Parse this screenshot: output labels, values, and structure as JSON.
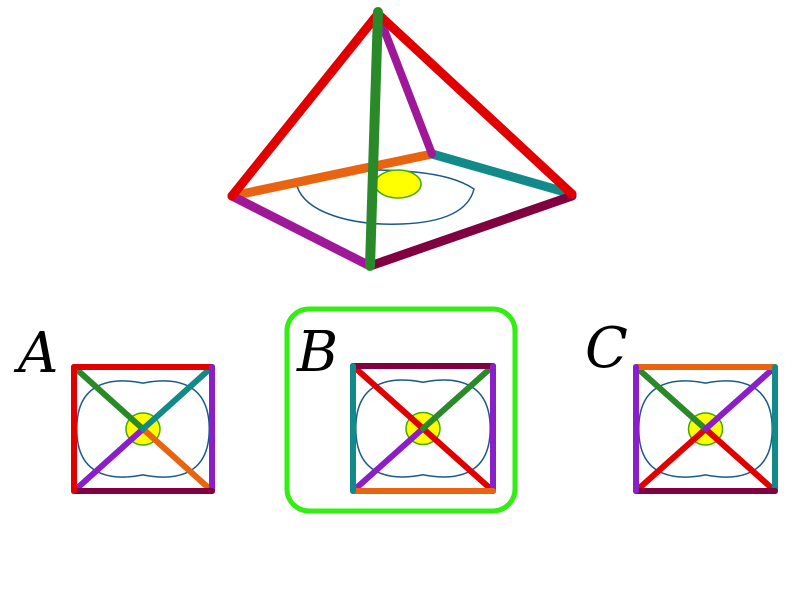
{
  "colors": {
    "red": "#e00000",
    "orange": "#e86410",
    "purple": "#8a1ec8",
    "magenta": "#a0189a",
    "green": "#2a8a2a",
    "teal": "#128a8a",
    "maroon": "#800040",
    "outline": "#1a5a8a",
    "yolk": "#ffff00",
    "yolk_edge": "#44aa00",
    "highlight": "#33ee11"
  },
  "pyramid": {
    "edges": [
      {
        "name": "apex-left-edge",
        "color": "red"
      },
      {
        "name": "apex-right-edge",
        "color": "red"
      },
      {
        "name": "apex-back-edge",
        "color": "magenta"
      },
      {
        "name": "apex-front-edge",
        "color": "green"
      },
      {
        "name": "base-back-left-edge",
        "color": "orange"
      },
      {
        "name": "base-back-right-edge",
        "color": "teal"
      },
      {
        "name": "base-front-left-edge",
        "color": "magenta"
      },
      {
        "name": "base-front-right-edge",
        "color": "maroon"
      }
    ]
  },
  "options": [
    {
      "letter": "A",
      "selected": false,
      "edges": {
        "top": "red",
        "right": "purple",
        "bottom": "maroon",
        "left": "red"
      },
      "diagonals": {
        "tl": "green",
        "tr": "teal",
        "bl": "purple",
        "br": "orange"
      }
    },
    {
      "letter": "B",
      "selected": true,
      "edges": {
        "top": "maroon",
        "right": "purple",
        "bottom": "orange",
        "left": "teal"
      },
      "diagonals": {
        "tl": "red",
        "tr": "green",
        "bl": "purple",
        "br": "red"
      }
    },
    {
      "letter": "C",
      "selected": false,
      "edges": {
        "top": "orange",
        "right": "teal",
        "bottom": "maroon",
        "left": "purple"
      },
      "diagonals": {
        "tl": "green",
        "tr": "purple",
        "bl": "red",
        "br": "red"
      }
    }
  ]
}
